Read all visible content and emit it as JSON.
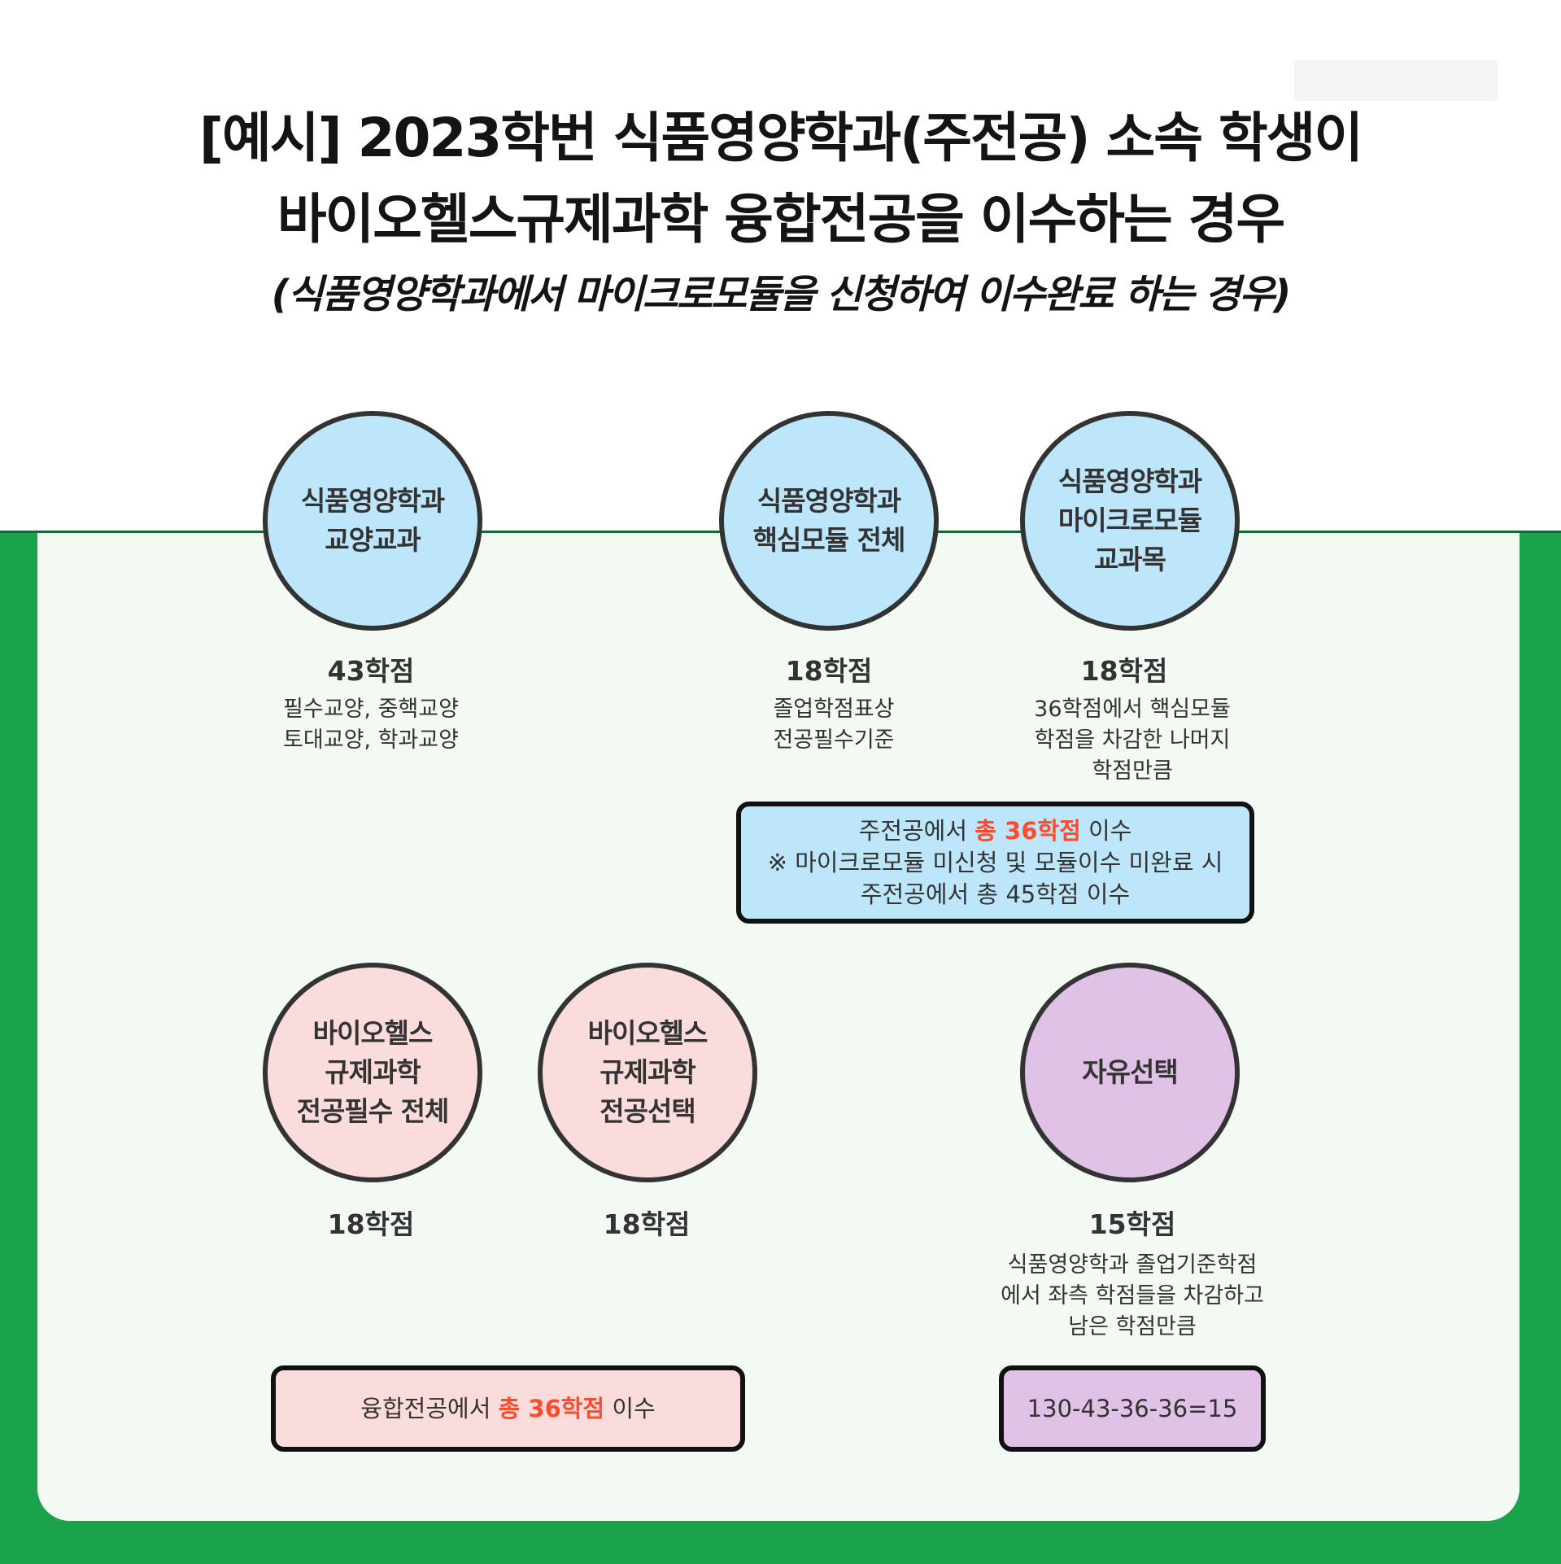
{
  "title": {
    "line1": "[예시] 2023학번 식품영양학과(주전공) 소속 학생이",
    "line2": "바이오헬스규제과학 융합전공을 이수하는 경우",
    "subtitle": "(식품영양학과에서 마이크로모듈을 신청하여 이수완료 하는 경우)"
  },
  "items": [
    {
      "circle": "식품영양학과\n교양교과",
      "credit": "43학점",
      "desc": "필수교양, 중핵교양\n토대교양, 학과교양"
    },
    {
      "circle": "식품영양학과\n핵심모듈 전체",
      "credit": "18학점",
      "desc": "졸업학점표상\n전공필수기준"
    },
    {
      "circle": "식품영양학과\n마이크로모듈\n교과목",
      "credit": "18학점",
      "desc": "36학점에서 핵심모듈\n학점을 차감한 나머지\n학점만큼"
    },
    {
      "circle": "바이오헬스\n규제과학\n전공필수 전체",
      "credit": "18학점",
      "desc": ""
    },
    {
      "circle": "바이오헬스\n규제과학\n전공선택",
      "credit": "18학점",
      "desc": ""
    },
    {
      "circle": "자유선택",
      "credit": "15학점",
      "desc": "식품영양학과 졸업기준학점\n에서 좌측 학점들을 차감하고\n남은 학점만큼"
    }
  ],
  "boxes": {
    "major": {
      "line1_pre": "주전공에서 ",
      "line1_hl": "총 36학점",
      "line1_post": " 이수",
      "line2": "※ 마이크로모듈 미신청 및 모듈이수 미완료 시",
      "line3": "주전공에서 총 45학점 이수"
    },
    "convergence": {
      "pre": "융합전공에서 ",
      "hl": "총 36학점",
      "post": " 이수"
    },
    "formula": "130-43-36-36=15"
  },
  "colors": {
    "green": "#1aa34a",
    "circle_blue": "#bde6fb",
    "circle_pink": "#fbdcdc",
    "circle_purple": "#e1c2e7",
    "highlight": "#ff4b2b"
  }
}
